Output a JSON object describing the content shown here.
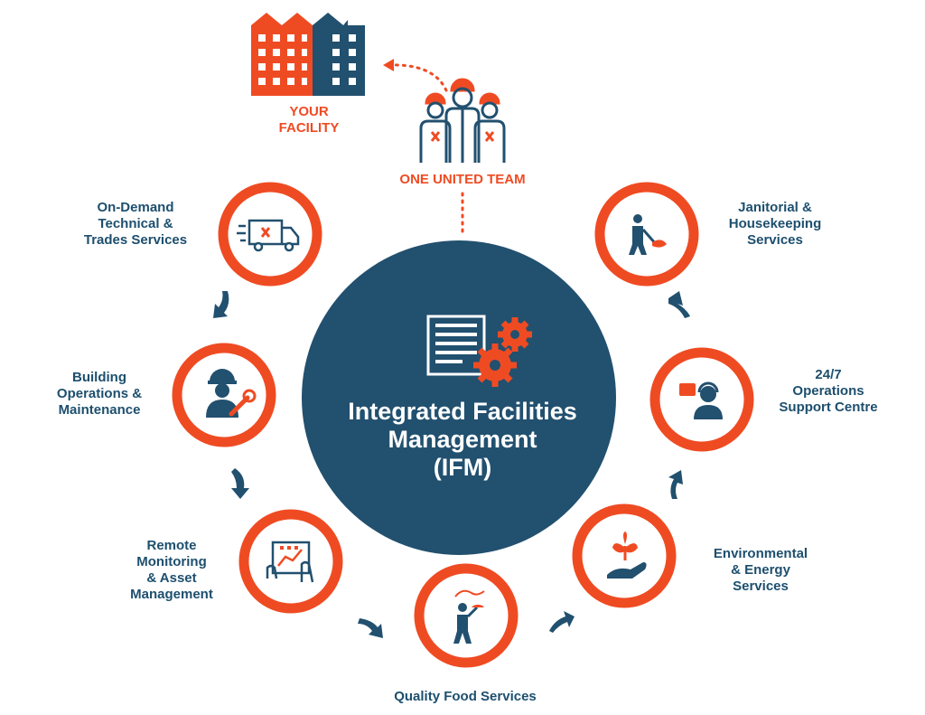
{
  "colors": {
    "navy": "#22506f",
    "orange": "#ef4b23",
    "label_navy": "#1d4f6e",
    "white": "#ffffff"
  },
  "facility": {
    "label_lines": [
      "YOUR",
      "FACILITY"
    ],
    "icon": "building-icon"
  },
  "team": {
    "label": "ONE UNITED TEAM",
    "icon": "team-workers-icon"
  },
  "center": {
    "title_lines": [
      "Integrated Facilities",
      "Management",
      "(IFM)"
    ],
    "icon": "building-gears-icon"
  },
  "services": [
    {
      "id": "on-demand",
      "label_lines": [
        "On-Demand",
        "Technical &",
        "Trades Services"
      ],
      "icon": "delivery-truck-icon"
    },
    {
      "id": "building-ops",
      "label_lines": [
        "Building",
        "Operations &",
        "Maintenance"
      ],
      "icon": "worker-wrench-icon"
    },
    {
      "id": "remote-monitoring",
      "label_lines": [
        "Remote",
        "Monitoring",
        "& Asset",
        "Management"
      ],
      "icon": "tablet-touch-icon"
    },
    {
      "id": "food",
      "label_lines": [
        "Quality Food Services"
      ],
      "icon": "waiter-tray-icon"
    },
    {
      "id": "environmental",
      "label_lines": [
        "Environmental",
        "& Energy",
        "Services"
      ],
      "icon": "hand-plant-icon"
    },
    {
      "id": "operations-centre",
      "label_lines": [
        "24/7",
        "Operations",
        "Support Centre"
      ],
      "icon": "headset-agent-icon"
    },
    {
      "id": "janitorial",
      "label_lines": [
        "Janitorial &",
        "Housekeeping",
        "Services"
      ],
      "icon": "janitor-mop-icon"
    }
  ]
}
